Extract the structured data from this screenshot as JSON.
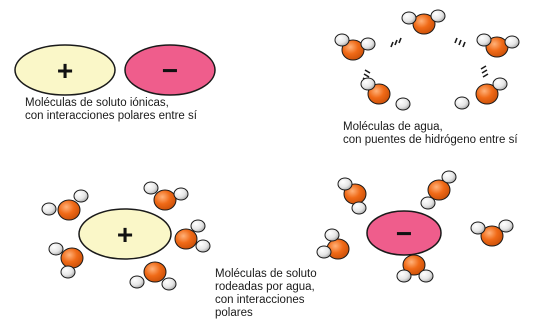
{
  "symbols": {
    "cation": "+",
    "anion": "−"
  },
  "colors": {
    "cation_fill": "#faf7c8",
    "anion_fill": "#ef5d8c",
    "oxygen": "#f06a17",
    "hydrogen": "#e6e6e6",
    "outline": "#1a1a1a"
  },
  "captions": {
    "ions": {
      "line1": "Moléculas de soluto iónicas,",
      "line2": "con interacciones polares entre sí"
    },
    "water": {
      "line1": "Moléculas de agua,",
      "line2": "con puentes de hidrógeno entre sí"
    },
    "solvated": {
      "line1": "Moléculas de soluto",
      "line2": "rodeadas por agua,",
      "line3": "con interacciones",
      "line4": "polares"
    }
  }
}
